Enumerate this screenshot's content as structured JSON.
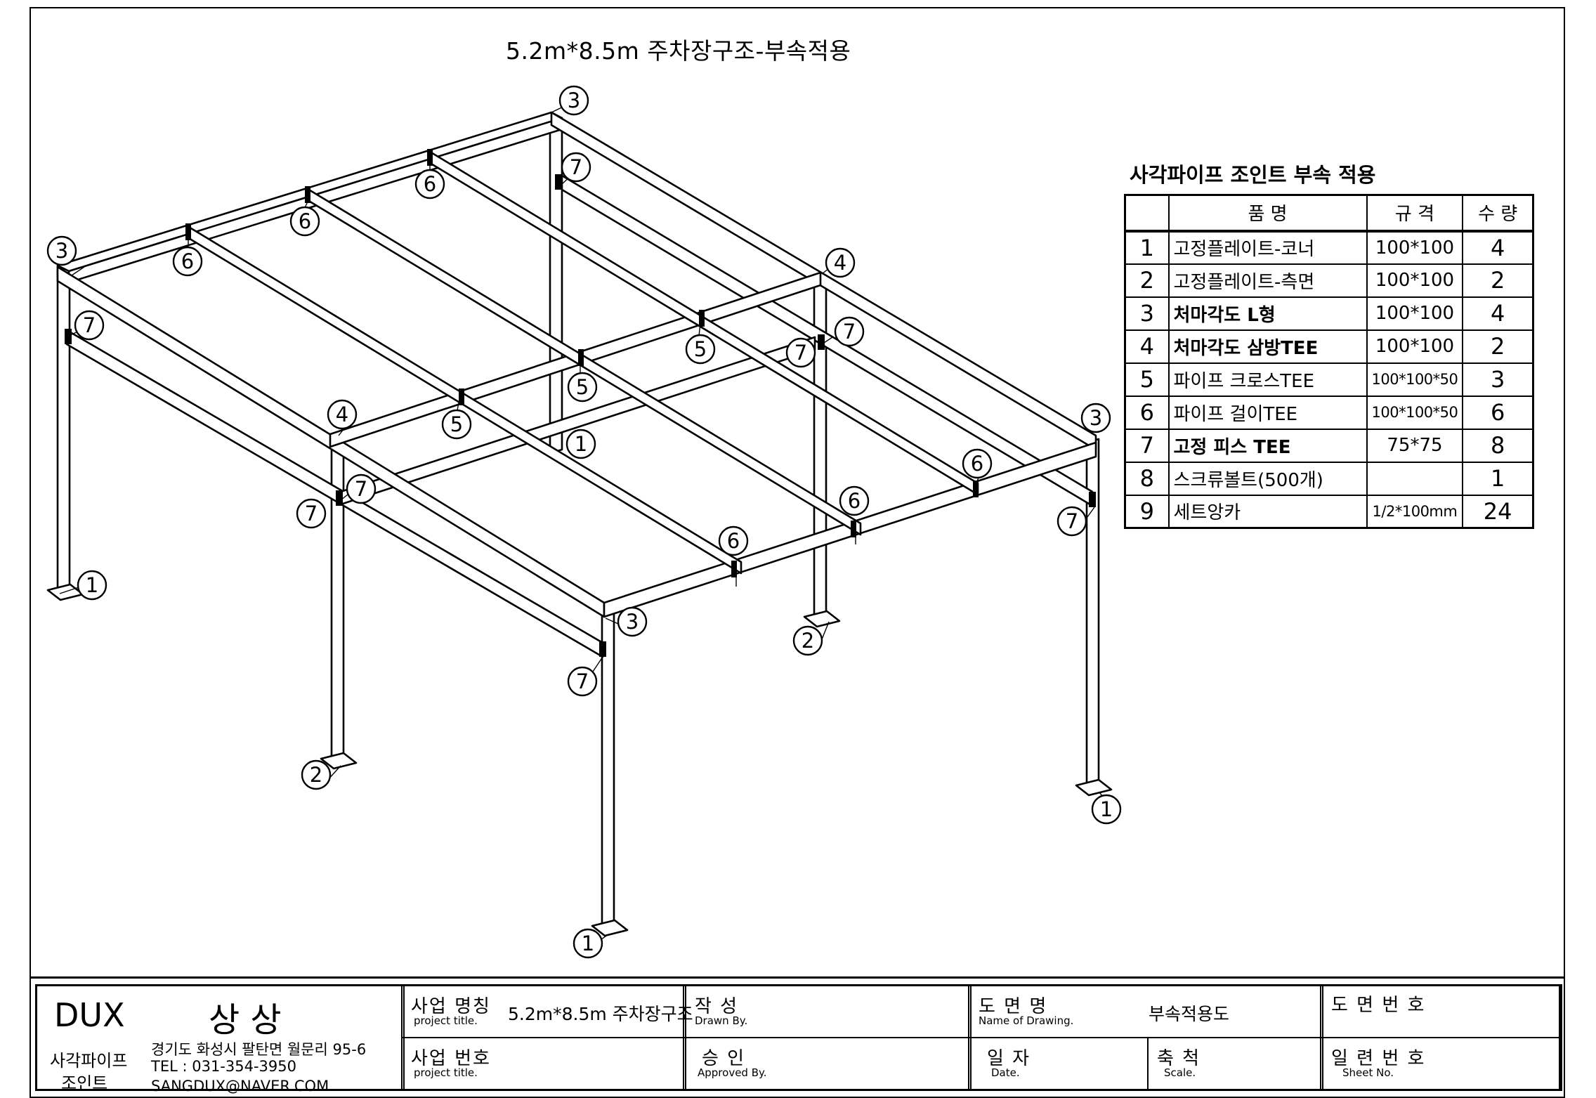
{
  "drawing_title": "5.2m*8.5m 주차장구조-부속적용",
  "callouts": [
    "1",
    "2",
    "3",
    "4",
    "5",
    "6",
    "7"
  ],
  "bom": {
    "title": "사각파이프 조인트 부속 적용",
    "headers": {
      "name": "품        명",
      "spec": "규   격",
      "qty": "수  량"
    },
    "rows": [
      {
        "no": "1",
        "name": "고정플레이트-코너",
        "spec": "100*100",
        "qty": "4"
      },
      {
        "no": "2",
        "name": "고정플레이트-측면",
        "spec": "100*100",
        "qty": "2"
      },
      {
        "no": "3",
        "name": "처마각도 L형",
        "spec": "100*100",
        "qty": "4"
      },
      {
        "no": "4",
        "name": "처마각도  삼방TEE",
        "spec": "100*100",
        "qty": "2"
      },
      {
        "no": "5",
        "name": "파이프  크로스TEE",
        "spec": "100*100*50",
        "qty": "3"
      },
      {
        "no": "6",
        "name": "파이프  걸이TEE",
        "spec": "100*100*50",
        "qty": "6"
      },
      {
        "no": "7",
        "name": "고정  피스  TEE",
        "spec": "75*75",
        "qty": "8"
      },
      {
        "no": "8",
        "name": "스크류볼트(500개)",
        "spec": "",
        "qty": "1"
      },
      {
        "no": "9",
        "name": "세트앙카",
        "spec": "1/2*100mm",
        "qty": "24"
      }
    ]
  },
  "title_block": {
    "brand": "DUX",
    "company_name": "상 상",
    "company_type_1": "사각파이프",
    "company_type_2": "조인트",
    "address": "경기도 화성시 팔탄면 월문리 95-6",
    "tel": "TEL : 031-354-3950",
    "email": "SANGDUX@NAVER.COM",
    "project_name_label": "사업 명칭",
    "project_name_sub": "project title.",
    "project_name_value": "5.2m*8.5m 주차장구조",
    "project_no_label": "사업 번호",
    "project_no_sub": "project title.",
    "drawn_label": "작   성",
    "drawn_sub": "Drawn By.",
    "approved_label": "승   인",
    "approved_sub": "Approved By.",
    "drawing_name_label": "도  면  명",
    "drawing_name_sub": "Name of Drawing.",
    "drawing_name_value": "부속적용도",
    "date_label": "일   자",
    "date_sub": "Date.",
    "scale_label": "축  척",
    "scale_sub": "Scale.",
    "drawing_no_label": "도 면 번 호",
    "sheet_label": "일 련 번 호",
    "sheet_sub": "Sheet No."
  }
}
